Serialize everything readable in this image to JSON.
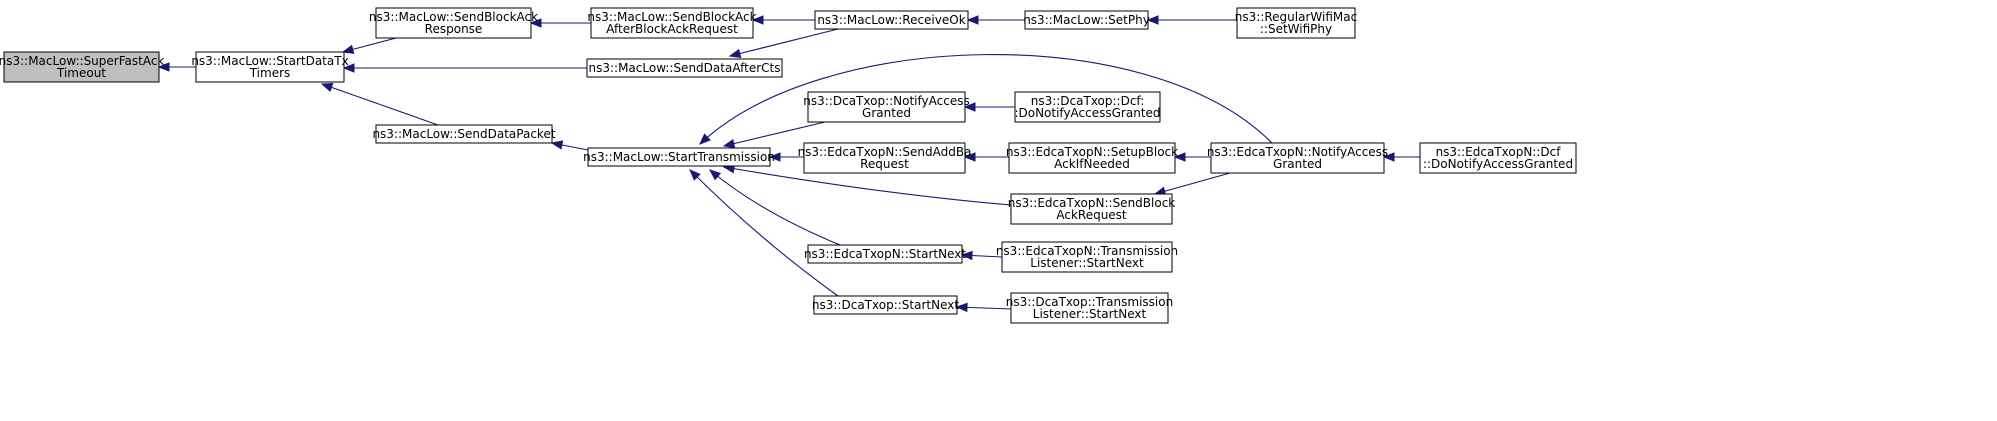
{
  "nodes": {
    "superfastack": {
      "lines": [
        "ns3::MacLow::SuperFastAck",
        "Timeout"
      ],
      "root": true
    },
    "startdatatx": {
      "lines": [
        "ns3::MacLow::StartDataTx",
        "Timers"
      ]
    },
    "sendblockackresp": {
      "lines": [
        "ns3::MacLow::SendBlockAck",
        "Response"
      ]
    },
    "senddatapacket": {
      "lines": [
        "ns3::MacLow::SendDataPacket"
      ]
    },
    "sendblockackafter": {
      "lines": [
        "ns3::MacLow::SendBlockAck",
        "AfterBlockAckRequest"
      ]
    },
    "senddataaftercts": {
      "lines": [
        "ns3::MacLow::SendDataAfterCts"
      ]
    },
    "starttransmission": {
      "lines": [
        "ns3::MacLow::StartTransmission"
      ]
    },
    "receiveok": {
      "lines": [
        "ns3::MacLow::ReceiveOk"
      ]
    },
    "setphy": {
      "lines": [
        "ns3::MacLow::SetPhy"
      ]
    },
    "regularwifi": {
      "lines": [
        "ns3::RegularWifiMac",
        "::SetWifiPhy"
      ]
    },
    "dcanotify": {
      "lines": [
        "ns3::DcaTxop::NotifyAccess",
        "Granted"
      ]
    },
    "dcadcf": {
      "lines": [
        "ns3::DcaTxop::Dcf:",
        ":DoNotifyAccessGranted"
      ]
    },
    "edcasendaddba": {
      "lines": [
        "ns3::EdcaTxopN::SendAddBa",
        "Request"
      ]
    },
    "edcasetupblock": {
      "lines": [
        "ns3::EdcaTxopN::SetupBlock",
        "AckIfNeeded"
      ]
    },
    "edcanotify": {
      "lines": [
        "ns3::EdcaTxopN::NotifyAccess",
        "Granted"
      ]
    },
    "edcadcf": {
      "lines": [
        "ns3::EdcaTxopN::Dcf",
        "::DoNotifyAccessGranted"
      ]
    },
    "edcasendblockack": {
      "lines": [
        "ns3::EdcaTxopN::SendBlock",
        "AckRequest"
      ]
    },
    "edcastartnext": {
      "lines": [
        "ns3::EdcaTxopN::StartNext"
      ]
    },
    "edcatranslistener": {
      "lines": [
        "ns3::EdcaTxopN::Transmission",
        "Listener::StartNext"
      ]
    },
    "dcastartnext": {
      "lines": [
        "ns3::DcaTxop::StartNext"
      ]
    },
    "dcatranslistener": {
      "lines": [
        "ns3::DcaTxop::Transmission",
        "Listener::StartNext"
      ]
    }
  },
  "edges": [
    [
      "startdatatx",
      "superfastack"
    ],
    [
      "sendblockackresp",
      "startdatatx"
    ],
    [
      "senddataaftercts",
      "startdatatx"
    ],
    [
      "senddatapacket",
      "startdatatx"
    ],
    [
      "sendblockackafter",
      "sendblockackresp"
    ],
    [
      "receiveok",
      "sendblockackafter"
    ],
    [
      "receiveok",
      "senddataaftercts"
    ],
    [
      "setphy",
      "receiveok"
    ],
    [
      "regularwifi",
      "setphy"
    ],
    [
      "starttransmission",
      "senddatapacket"
    ],
    [
      "dcanotify",
      "starttransmission"
    ],
    [
      "edcasendaddba",
      "starttransmission"
    ],
    [
      "edcasendblockack",
      "starttransmission"
    ],
    [
      "edcastartnext",
      "starttransmission"
    ],
    [
      "dcastartnext",
      "starttransmission"
    ],
    [
      "edcanotify",
      "starttransmission"
    ],
    [
      "dcadcf",
      "dcanotify"
    ],
    [
      "edcasetupblock",
      "edcasendaddba"
    ],
    [
      "edcanotify",
      "edcasetupblock"
    ],
    [
      "edcanotify",
      "edcasendblockack"
    ],
    [
      "edcadcf",
      "edcanotify"
    ],
    [
      "edcatranslistener",
      "edcastartnext"
    ],
    [
      "dcatranslistener",
      "dcastartnext"
    ]
  ],
  "colors": {
    "edge": "#191970",
    "root_fill": "#bfbfbf",
    "node_fill": "#ffffff",
    "border": "#000000"
  }
}
